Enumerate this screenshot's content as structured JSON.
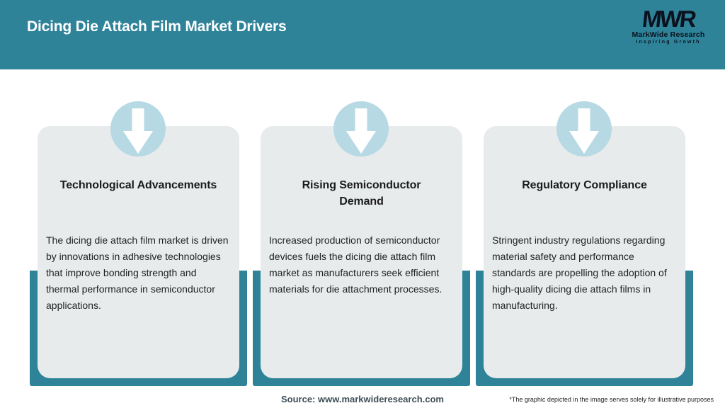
{
  "header": {
    "title": "Dicing Die Attach Film Market Drivers",
    "logo": {
      "acronym": "MWR",
      "name": "MarkWide Research",
      "tagline": "Inspiring Growth"
    }
  },
  "cards": [
    {
      "icon": "down-arrow-icon",
      "title": "Technological Advancements",
      "body": "The dicing die attach film market is driven by innovations in adhesive technologies that improve bonding strength and thermal performance in semiconductor applications."
    },
    {
      "icon": "down-arrow-icon",
      "title": "Rising Semiconductor Demand",
      "body": "Increased production of semiconductor devices fuels the dicing die attach film market as manufacturers seek efficient materials for die attachment processes."
    },
    {
      "icon": "down-arrow-icon",
      "title": "Regulatory Compliance",
      "body": "Stringent industry regulations regarding material safety and performance standards are propelling the adoption of high-quality dicing die attach films in manufacturing."
    }
  ],
  "footer": {
    "source": "Source: www.markwideresearch.com",
    "disclaimer": "*The graphic depicted in the image serves solely for illustrative purposes"
  },
  "colors": {
    "header_bg": "#2e8399",
    "card_backdrop": "#2e8399",
    "card_bg": "#e8ebec",
    "icon_circle": "#b6d9e4",
    "icon_arrow": "#ffffff",
    "header_text": "#ffffff",
    "title_text": "#1b1b1b",
    "body_text": "#222222",
    "logo_text": "#0b121f"
  }
}
